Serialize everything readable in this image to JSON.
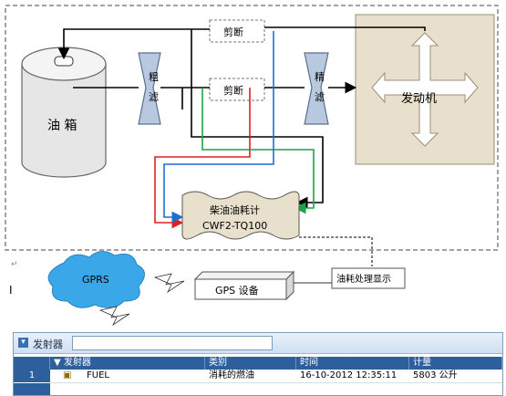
{
  "diagram": {
    "tank_label": "油 箱",
    "coarse_filter_label": "粗\n滤",
    "fine_filter_label": "精\n滤",
    "cut_top_label": "剪断",
    "cut_mid_label": "剪断",
    "engine_label": "发动机",
    "meter_line1": "柴油油耗计",
    "meter_line2": "CWF2-TQ100",
    "gprs_label": "GPRS",
    "gps_label": "GPS 设备",
    "display_label": "油耗处理显示"
  },
  "colors": {
    "red": "#e02020",
    "green": "#1aa34a",
    "blue": "#1e6fd0",
    "black": "#000000",
    "engine_bg": "#e8e0cc",
    "cloud": "#3aa7e8",
    "header": "#2d5f9c"
  },
  "table": {
    "toolbar_label": "发射器",
    "columns": [
      "发射器",
      "类别",
      "时间",
      "计量"
    ],
    "rows": [
      {
        "num": "1",
        "transmitter": "FUEL",
        "category": "消耗的燃油",
        "time": "16-10-2012 12:35:11",
        "amount": "5803 公升"
      }
    ]
  }
}
